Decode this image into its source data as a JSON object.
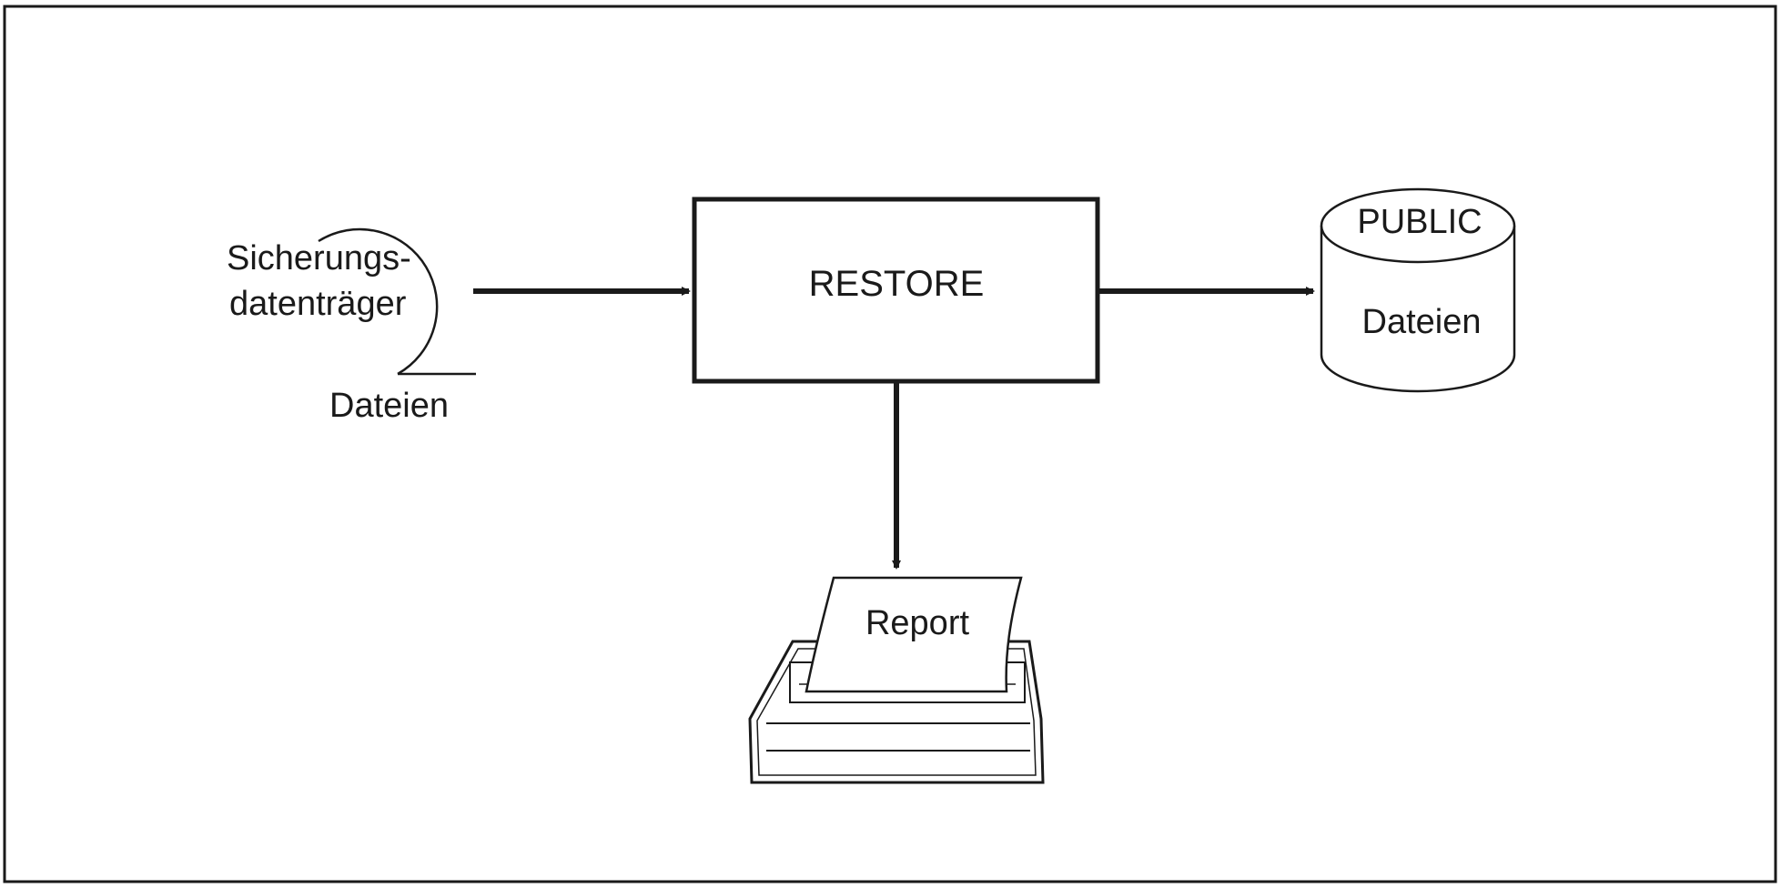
{
  "diagram": {
    "tape": {
      "line1": "Sicherungs-",
      "line2": "datenträger",
      "caption": "Dateien"
    },
    "process": {
      "label": "RESTORE"
    },
    "disk": {
      "top_label": "PUBLIC",
      "body_label": "Dateien"
    },
    "printer": {
      "paper_label": "Report"
    }
  }
}
